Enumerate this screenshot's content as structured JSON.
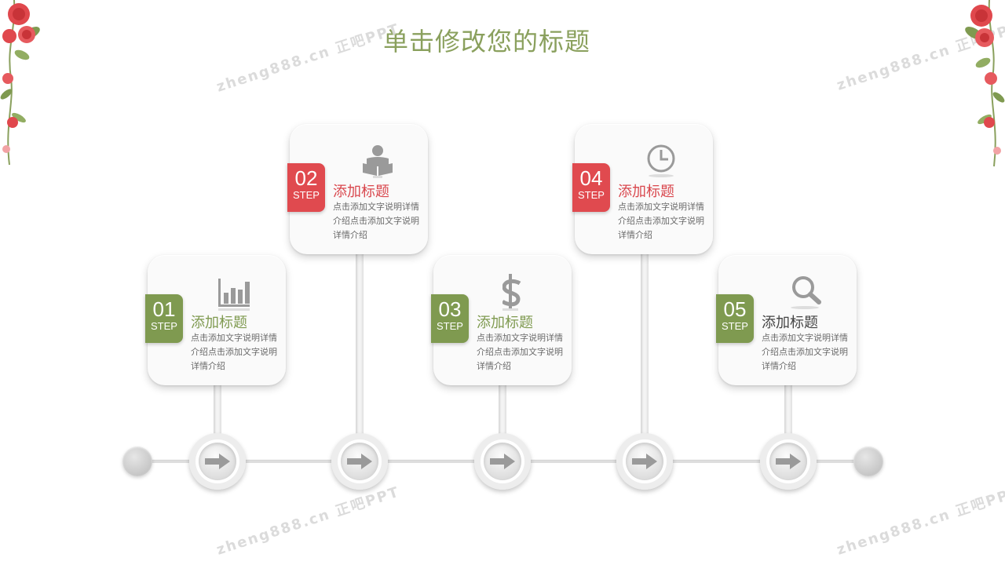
{
  "slide": {
    "title": "单击修改您的标题"
  },
  "watermark": {
    "text": "zheng888.cn 正吧PPT"
  },
  "colors": {
    "green": "#7f9a50",
    "red": "#e04a4f",
    "title_green": "#8aa05d",
    "title_red": "#d9474d",
    "title_dark": "#444444"
  },
  "steps": [
    {
      "num": "01",
      "step_label": "STEP",
      "title": "添加标题",
      "desc": "点击添加文字说明详情介绍点击添加文字说明详情介绍",
      "badge_color": "green",
      "title_color": "green",
      "icon": "bar-chart-icon"
    },
    {
      "num": "02",
      "step_label": "STEP",
      "title": "添加标题",
      "desc": "点击添加文字说明详情介绍点击添加文字说明详情介绍",
      "badge_color": "red",
      "title_color": "red",
      "icon": "reader-icon"
    },
    {
      "num": "03",
      "step_label": "STEP",
      "title": "添加标题",
      "desc": "点击添加文字说明详情介绍点击添加文字说明详情介绍",
      "badge_color": "green",
      "title_color": "green",
      "icon": "dollar-icon"
    },
    {
      "num": "04",
      "step_label": "STEP",
      "title": "添加标题",
      "desc": "点击添加文字说明详情介绍点击添加文字说明详情介绍",
      "badge_color": "red",
      "title_color": "red",
      "icon": "clock-icon"
    },
    {
      "num": "05",
      "step_label": "STEP",
      "title": "添加标题",
      "desc": "点击添加文字说明详情介绍点击添加文字说明详情介绍",
      "badge_color": "green",
      "title_color": "dark",
      "icon": "search-icon"
    }
  ]
}
